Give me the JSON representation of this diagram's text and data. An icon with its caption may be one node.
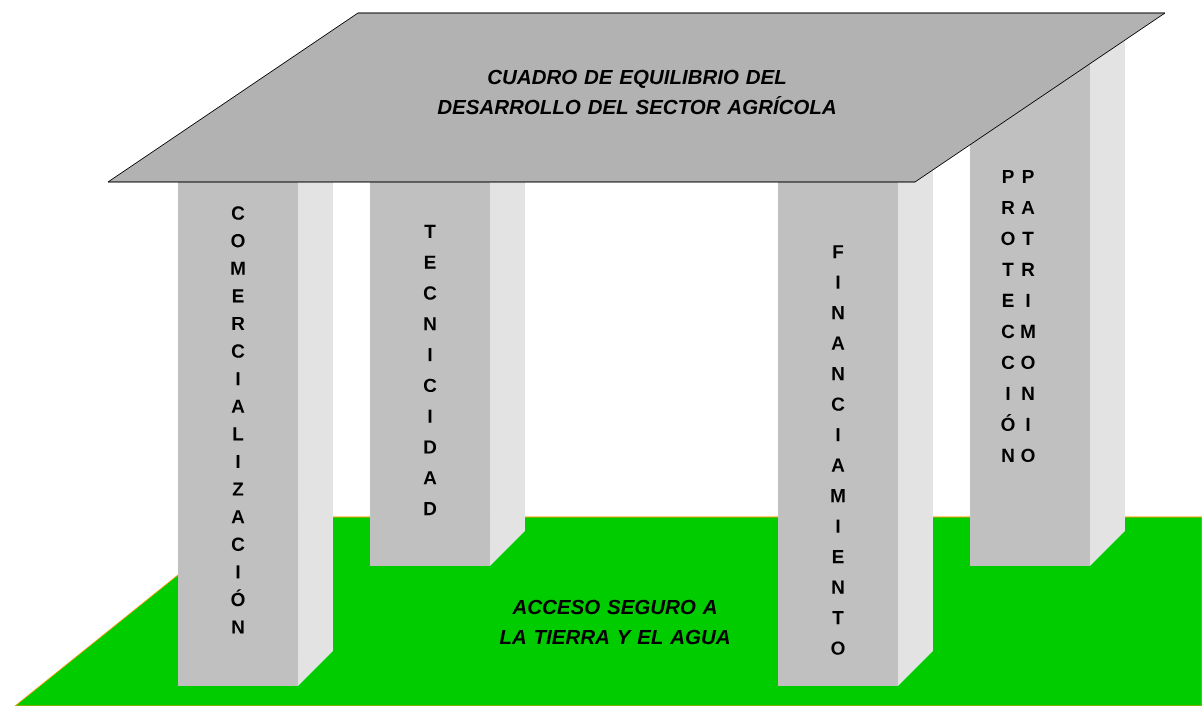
{
  "diagram": {
    "nodes": [
      {
        "text": [
          "CUADRO DE EQUILIBRIO DEL DESARROLLO DEL SECTOR AGRÍCOLA"
        ]
      },
      {
        "text": [
          "COMERCIALIZACIÓN"
        ]
      },
      {
        "text": [
          "TECNICIDAD"
        ]
      },
      {
        "text": [
          "FINANCIAMIENTO"
        ]
      },
      {
        "text": [
          "PROTECCIÓN",
          "PATRIMONIO"
        ]
      },
      {
        "text": [
          "ACCESO SEGURO A LA TIERRA Y EL AGUA"
        ]
      }
    ]
  }
}
